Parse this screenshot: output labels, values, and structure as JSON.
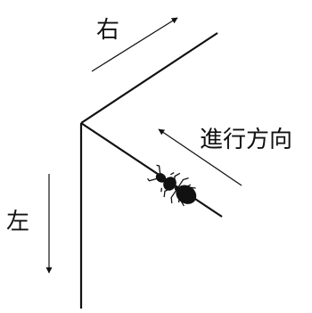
{
  "labels": {
    "right": "右",
    "left": "左",
    "direction": "進行方向"
  },
  "colors": {
    "ink": "#111111",
    "background": "#ffffff"
  },
  "icons": {
    "ant": "ant-icon"
  }
}
